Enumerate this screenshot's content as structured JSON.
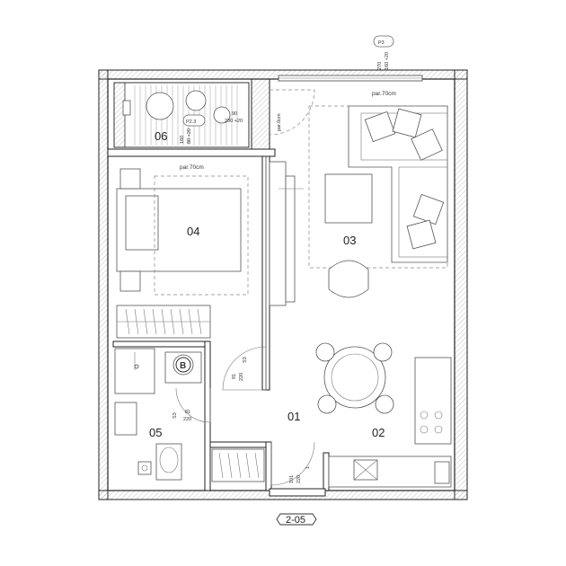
{
  "plan_code": "2-05",
  "marker_p3": "P3",
  "marker_p23": "P2.3",
  "rooms": {
    "r01": "01",
    "r02": "02",
    "r03": "03",
    "r04": "04",
    "r05": "05",
    "r06": "06"
  },
  "annotations": {
    "par70_living": "par.70cm",
    "par70_bedroom": "par.70cm",
    "par0": "par.0cm",
    "win_top_a": "270",
    "win_top_b": "160 +20",
    "win_balcony_a": "90",
    "win_balcony_b": "230 +20",
    "win_balcony_c": "160",
    "win_balcony_d": "80 +20",
    "door_bed_a": "91",
    "door_bed_b": "220",
    "door_bath_a": "81",
    "door_bath_b": "220",
    "door_entry_a": "101",
    "door_entry_b": "220",
    "door_entry_c": "1",
    "s1": "S3",
    "s2": "S3",
    "boiler": "B"
  }
}
